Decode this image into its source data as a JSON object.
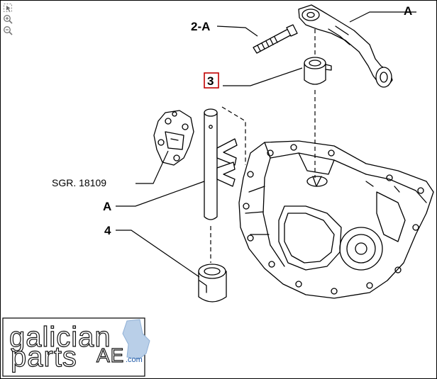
{
  "toolbar": {
    "icons": [
      "select-icon",
      "zoom-in-icon",
      "zoom-out-icon"
    ]
  },
  "callouts": {
    "part_2a": "2-A",
    "part_a_top": "A",
    "part_3": "3",
    "part_sgr": "SGR. 18109",
    "part_a_shaft": "A",
    "part_4": "4"
  },
  "logo": {
    "text_line1": "galician",
    "text_line2": "parts",
    "suffix": ".com",
    "badge": "AE",
    "brand_color": "#1f5aa8",
    "map_color": "#b9cfe8"
  },
  "colors": {
    "highlight": "#c00000",
    "ink": "#000000"
  }
}
